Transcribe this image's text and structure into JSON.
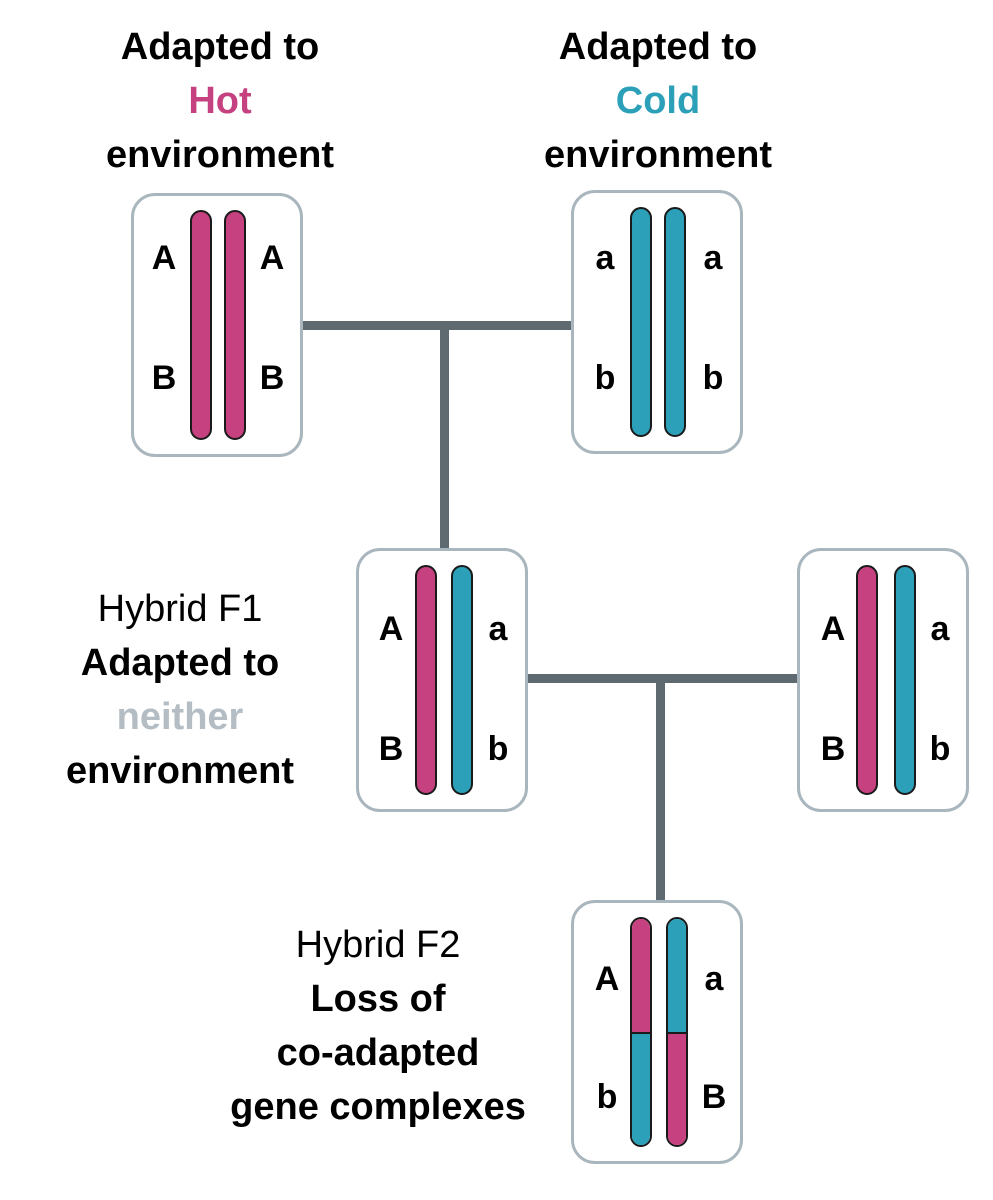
{
  "colors": {
    "hot": "#c5417f",
    "cold": "#2ba0b8",
    "neither": "#b3bdc3",
    "connector": "#5f6a70"
  },
  "hot_parent": {
    "heading_line1": "Adapted to",
    "heading_word": "Hot",
    "heading_line3": "environment",
    "left": [
      "A",
      "B"
    ],
    "right": [
      "A",
      "B"
    ]
  },
  "cold_parent": {
    "heading_line1": "Adapted to",
    "heading_word": "Cold",
    "heading_line3": "environment",
    "left": [
      "a",
      "b"
    ],
    "right": [
      "a",
      "b"
    ]
  },
  "f1": {
    "title": "Hybrid F1",
    "line1": "Adapted to",
    "word": "neither",
    "line3": "environment",
    "left": [
      "A",
      "B"
    ],
    "right": [
      "a",
      "b"
    ]
  },
  "f1_mate": {
    "left": [
      "A",
      "B"
    ],
    "right": [
      "a",
      "b"
    ]
  },
  "f2": {
    "title": "Hybrid F2",
    "line1": "Loss of",
    "line2": "co-adapted",
    "line3": "gene complexes",
    "left": [
      "A",
      "b"
    ],
    "right": [
      "a",
      "B"
    ]
  }
}
